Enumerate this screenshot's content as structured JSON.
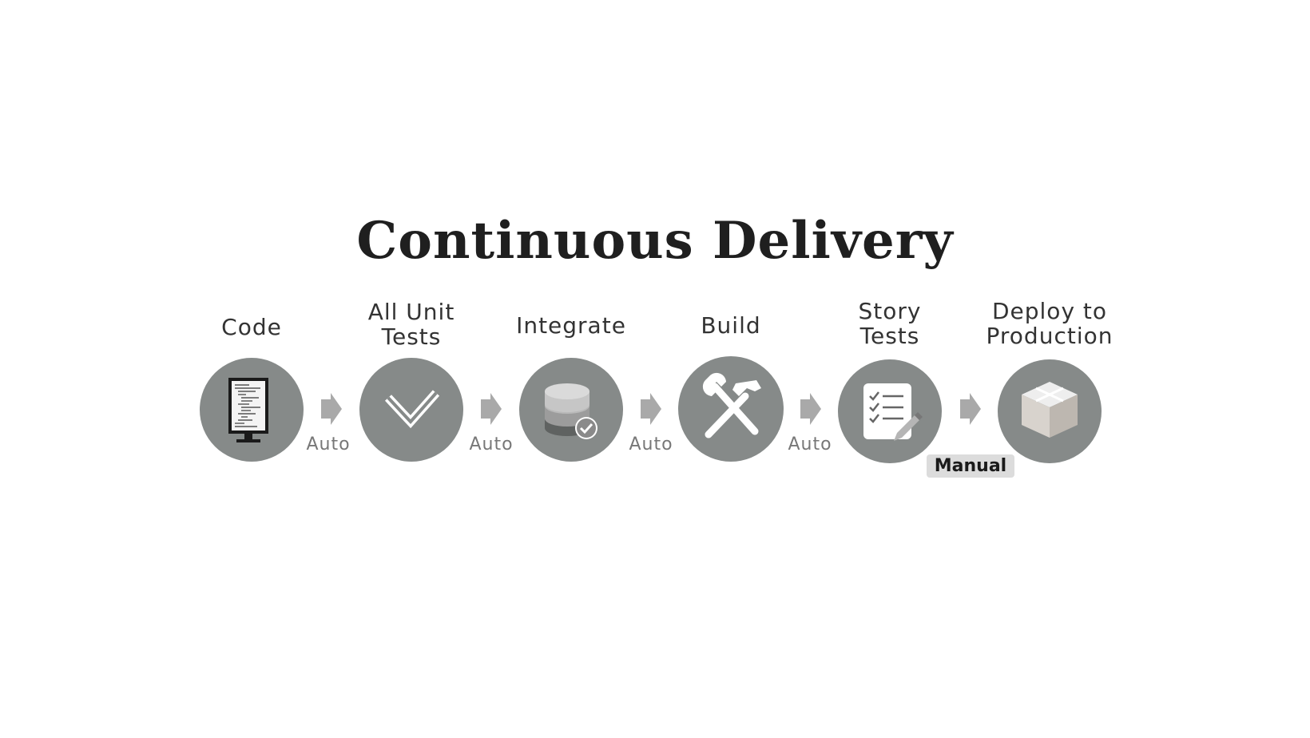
{
  "title": "Continuous Delivery",
  "steps": [
    {
      "label_lines": [
        "Code"
      ],
      "icon": "monitor-code-icon"
    },
    {
      "label_lines": [
        "All Unit",
        "Tests"
      ],
      "icon": "checkmark-icon"
    },
    {
      "label_lines": [
        "Integrate"
      ],
      "icon": "database-check-icon"
    },
    {
      "label_lines": [
        "Build"
      ],
      "icon": "wrench-hammer-icon"
    },
    {
      "label_lines": [
        "Story",
        "Tests"
      ],
      "icon": "checklist-pencil-icon"
    },
    {
      "label_lines": [
        "Deploy to",
        "Production"
      ],
      "icon": "package-box-icon"
    }
  ],
  "transitions": [
    {
      "label": "Auto"
    },
    {
      "label": "Auto"
    },
    {
      "label": "Auto"
    },
    {
      "label": "Auto"
    },
    {
      "label": "Manual",
      "highlighted": true
    }
  ],
  "colors": {
    "circle": "#868a89",
    "arrow": "#a9a9a9",
    "title": "#1f1f1f",
    "manual_badge": "#dcdcdc"
  }
}
